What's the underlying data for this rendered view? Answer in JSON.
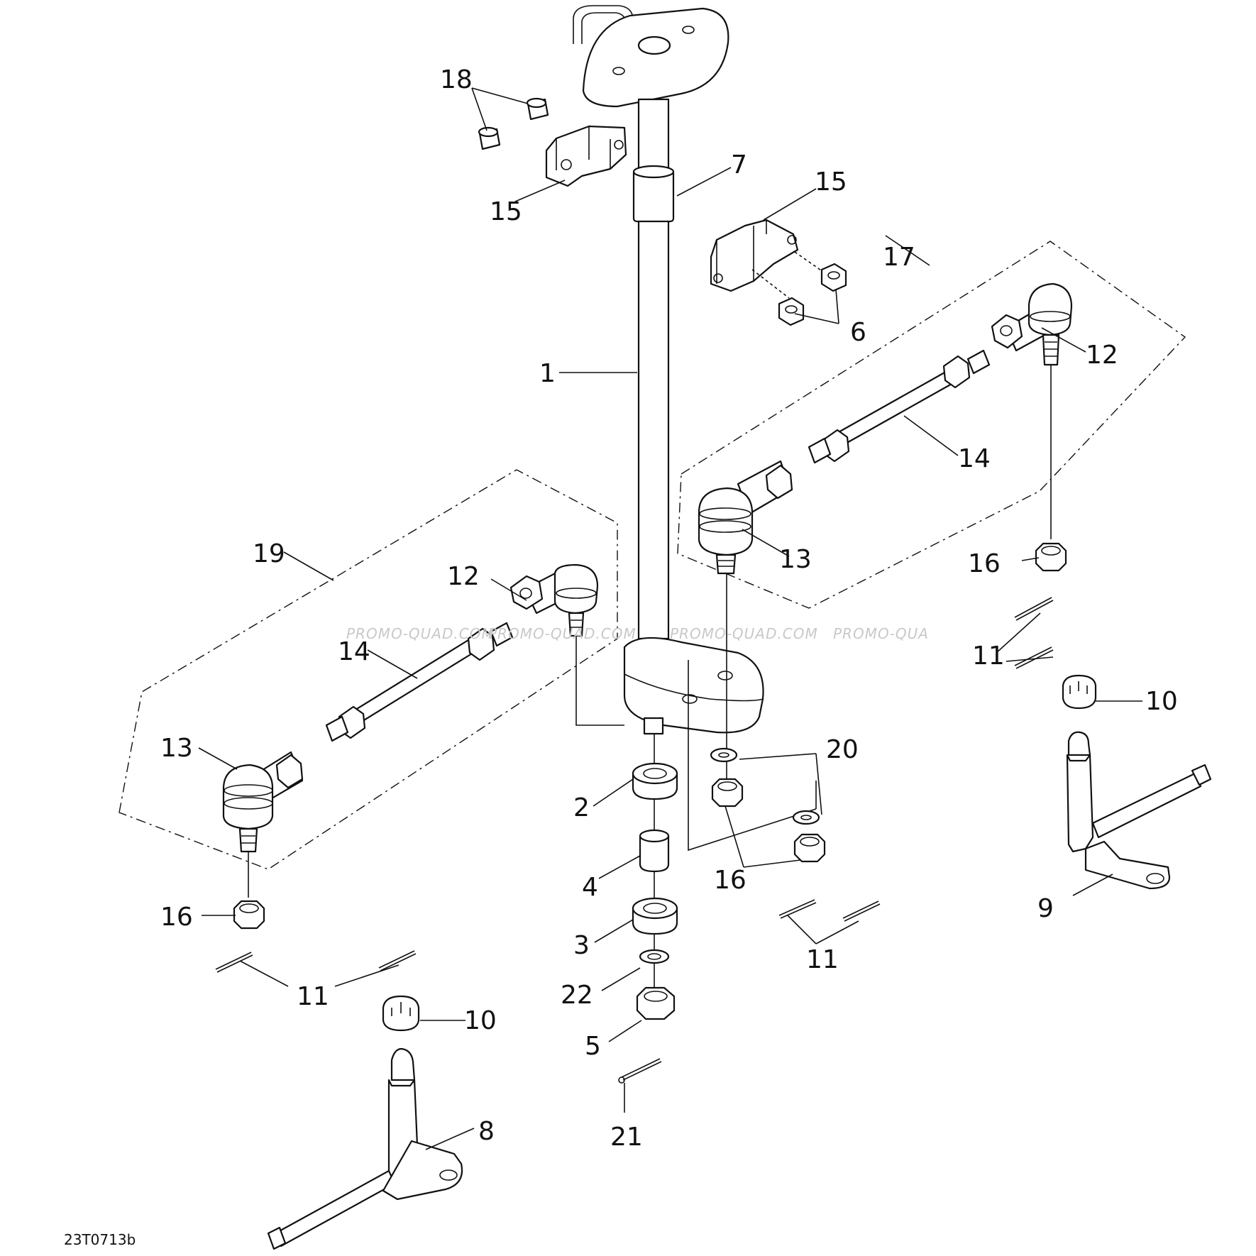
{
  "diagram_ref": "23T0713b",
  "watermark": "PROMO-QUAD.COM",
  "watermark_cut": "PROMO-QUA",
  "callouts": {
    "c1": "1",
    "c2": "2",
    "c3": "3",
    "c4": "4",
    "c5": "5",
    "c6": "6",
    "c7": "7",
    "c8": "8",
    "c9": "9",
    "c10a": "10",
    "c10b": "10",
    "c11a": "11",
    "c11b": "11",
    "c11c": "11",
    "c12a": "12",
    "c12b": "12",
    "c13a": "13",
    "c13b": "13",
    "c14a": "14",
    "c14b": "14",
    "c15a": "15",
    "c15b": "15",
    "c16a": "16",
    "c16b": "16",
    "c16c": "16",
    "c17": "17",
    "c18": "18",
    "c19": "19",
    "c20": "20",
    "c21": "21",
    "c22": "22"
  }
}
